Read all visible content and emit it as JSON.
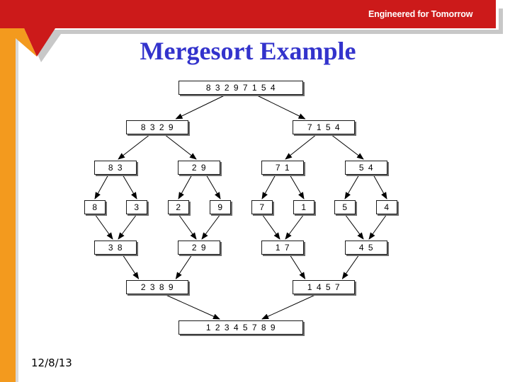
{
  "banner": {
    "tagline": "Engineered for Tomorrow",
    "colors": {
      "red": "#cc1a1a",
      "orange": "#f39a1e",
      "grey": "#c8c8c8"
    }
  },
  "title": "Mergesort Example",
  "footer": {
    "date": "12/8/13"
  },
  "diagram": {
    "nodes": [
      {
        "id": "n0",
        "label": "8 3 2 9 7 1 5 4"
      },
      {
        "id": "n1",
        "label": "8 3 2 9"
      },
      {
        "id": "n2",
        "label": "7 1 5 4"
      },
      {
        "id": "n3",
        "label": "8 3"
      },
      {
        "id": "n4",
        "label": "2 9"
      },
      {
        "id": "n5",
        "label": "7 1"
      },
      {
        "id": "n6",
        "label": "5 4"
      },
      {
        "id": "n7",
        "label": "8"
      },
      {
        "id": "n8",
        "label": "3"
      },
      {
        "id": "n9",
        "label": "2"
      },
      {
        "id": "n10",
        "label": "9"
      },
      {
        "id": "n11",
        "label": "7"
      },
      {
        "id": "n12",
        "label": "1"
      },
      {
        "id": "n13",
        "label": "5"
      },
      {
        "id": "n14",
        "label": "4"
      },
      {
        "id": "n15",
        "label": "3 8"
      },
      {
        "id": "n16",
        "label": "2 9"
      },
      {
        "id": "n17",
        "label": "1 7"
      },
      {
        "id": "n18",
        "label": "4 5"
      },
      {
        "id": "n19",
        "label": "2 3 8 9"
      },
      {
        "id": "n20",
        "label": "1 4 5 7"
      },
      {
        "id": "n21",
        "label": "1 2 3 4 5 7 8 9"
      }
    ],
    "edges": [
      [
        "n0",
        "n1"
      ],
      [
        "n0",
        "n2"
      ],
      [
        "n1",
        "n3"
      ],
      [
        "n1",
        "n4"
      ],
      [
        "n2",
        "n5"
      ],
      [
        "n2",
        "n6"
      ],
      [
        "n3",
        "n7"
      ],
      [
        "n3",
        "n8"
      ],
      [
        "n4",
        "n9"
      ],
      [
        "n4",
        "n10"
      ],
      [
        "n5",
        "n11"
      ],
      [
        "n5",
        "n12"
      ],
      [
        "n6",
        "n13"
      ],
      [
        "n6",
        "n14"
      ],
      [
        "n7",
        "n15"
      ],
      [
        "n8",
        "n15"
      ],
      [
        "n9",
        "n16"
      ],
      [
        "n10",
        "n16"
      ],
      [
        "n11",
        "n17"
      ],
      [
        "n12",
        "n17"
      ],
      [
        "n13",
        "n18"
      ],
      [
        "n14",
        "n18"
      ],
      [
        "n15",
        "n19"
      ],
      [
        "n16",
        "n19"
      ],
      [
        "n17",
        "n20"
      ],
      [
        "n18",
        "n20"
      ],
      [
        "n19",
        "n21"
      ],
      [
        "n20",
        "n21"
      ]
    ]
  }
}
